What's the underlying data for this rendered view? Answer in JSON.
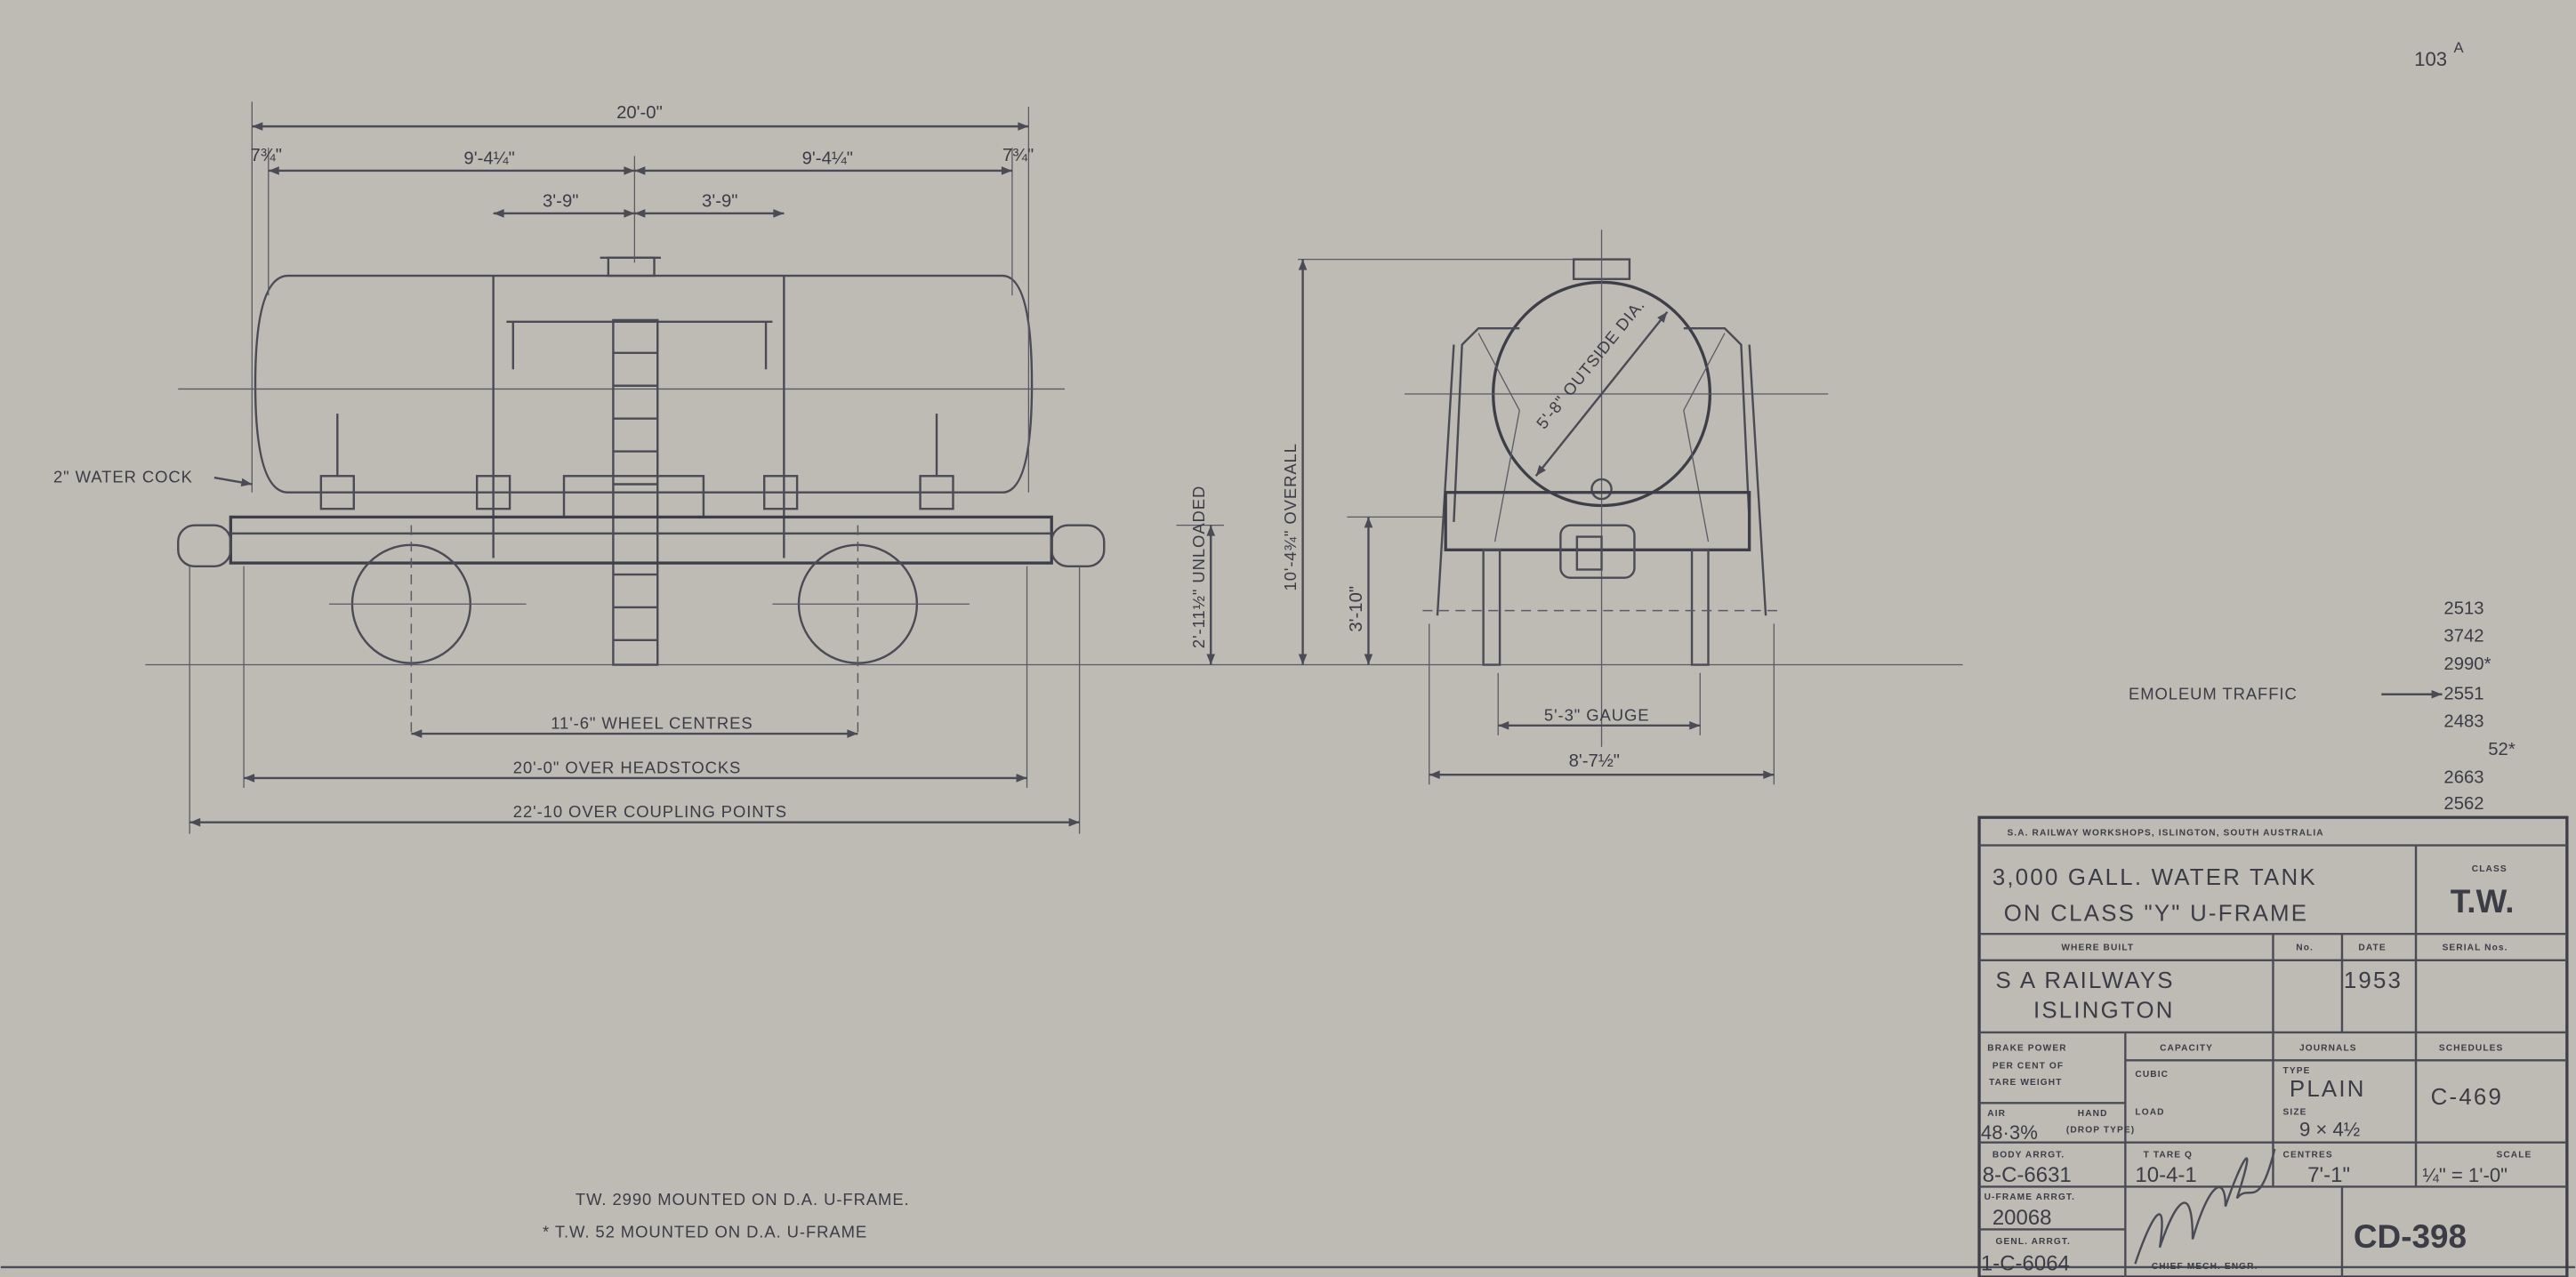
{
  "sheet_ref": "103",
  "sheet_ref_suffix": "A",
  "side_view": {
    "dim_overall_length": "20'-0\"",
    "dim_end_left": "7¾\"",
    "dim_end_right": "7¾\"",
    "dim_half_left": "9'-4¼\"",
    "dim_half_right": "9'-4¼\"",
    "dim_strap_left": "3'-9\"",
    "dim_strap_right": "3'-9\"",
    "water_cock_label": "2\" WATER COCK",
    "wheel_centres": "11'-6\" WHEEL CENTRES",
    "over_headstocks": "20'-0\" OVER HEADSTOCKS",
    "over_coupling": "22'-10 OVER COUPLING POINTS"
  },
  "heights": {
    "unloaded": "2'-11½\" UNLOADED",
    "overall": "10'-4¾\" OVERALL",
    "buffer": "3'-10\""
  },
  "end_view": {
    "diameter": "5'-8\" OUTSIDE DIA.",
    "gauge": "5'-3\" GAUGE",
    "width": "8'-7½\""
  },
  "numbers": {
    "label": "EMOLEUM TRAFFIC",
    "list": [
      "2513",
      "3742",
      "2990*",
      "2551",
      "2483",
      "52*",
      "2663",
      "2562"
    ]
  },
  "notes": [
    "TW. 2990 MOUNTED ON D.A. U-FRAME.",
    "*  T.W. 52 MOUNTED ON D.A. U-FRAME"
  ],
  "title_block": {
    "header": "S.A. RAILWAY WORKSHOPS, ISLINGTON, SOUTH AUSTRALIA",
    "title_line1": "3,000 GALL. WATER TANK",
    "title_line2": "ON  CLASS \"Y\" U-FRAME",
    "class_label": "CLASS",
    "class_value": "T.W.",
    "where_built_label": "WHERE BUILT",
    "no_label": "No.",
    "date_label": "DATE",
    "serial_label": "SERIAL Nos.",
    "where_built_line1": "S A RAILWAYS",
    "where_built_line2": "ISLINGTON",
    "date_value": "1953",
    "brake_power_line1": "BRAKE POWER",
    "brake_power_line2": "PER CENT OF",
    "brake_power_line3": "TARE WEIGHT",
    "air_label": "AIR",
    "hand_label": "HAND",
    "air_value": "48·3%",
    "hand_value": "(DROP TYPE)",
    "capacity_label": "CAPACITY",
    "cubic_label": "CUBIC",
    "load_label": "LOAD",
    "journals_label": "JOURNALS",
    "type_label": "TYPE",
    "type_value": "PLAIN",
    "size_label": "SIZE",
    "size_value": "9 × 4½",
    "schedules_label": "SCHEDULES",
    "schedules_value": "C-469",
    "body_arrgt_label": "BODY ARRGT.",
    "body_arrgt_value": "8-C-6631",
    "tare_label": "T   TARE   Q",
    "tare_value": "10-4-1",
    "centres_label": "CENTRES",
    "centres_value": "7'-1\"",
    "scale_label": "SCALE",
    "scale_value": "¼\" = 1'-0\"",
    "uframe_arrgt_label": "U-FRAME ARRGT.",
    "uframe_arrgt_value": "20068",
    "genl_arrgt_label": "GENL. ARRGT.",
    "genl_arrgt_value": "1-C-6064",
    "chief_label": "CHIEF MECH. ENGR.",
    "drawing_no": "CD-398"
  }
}
